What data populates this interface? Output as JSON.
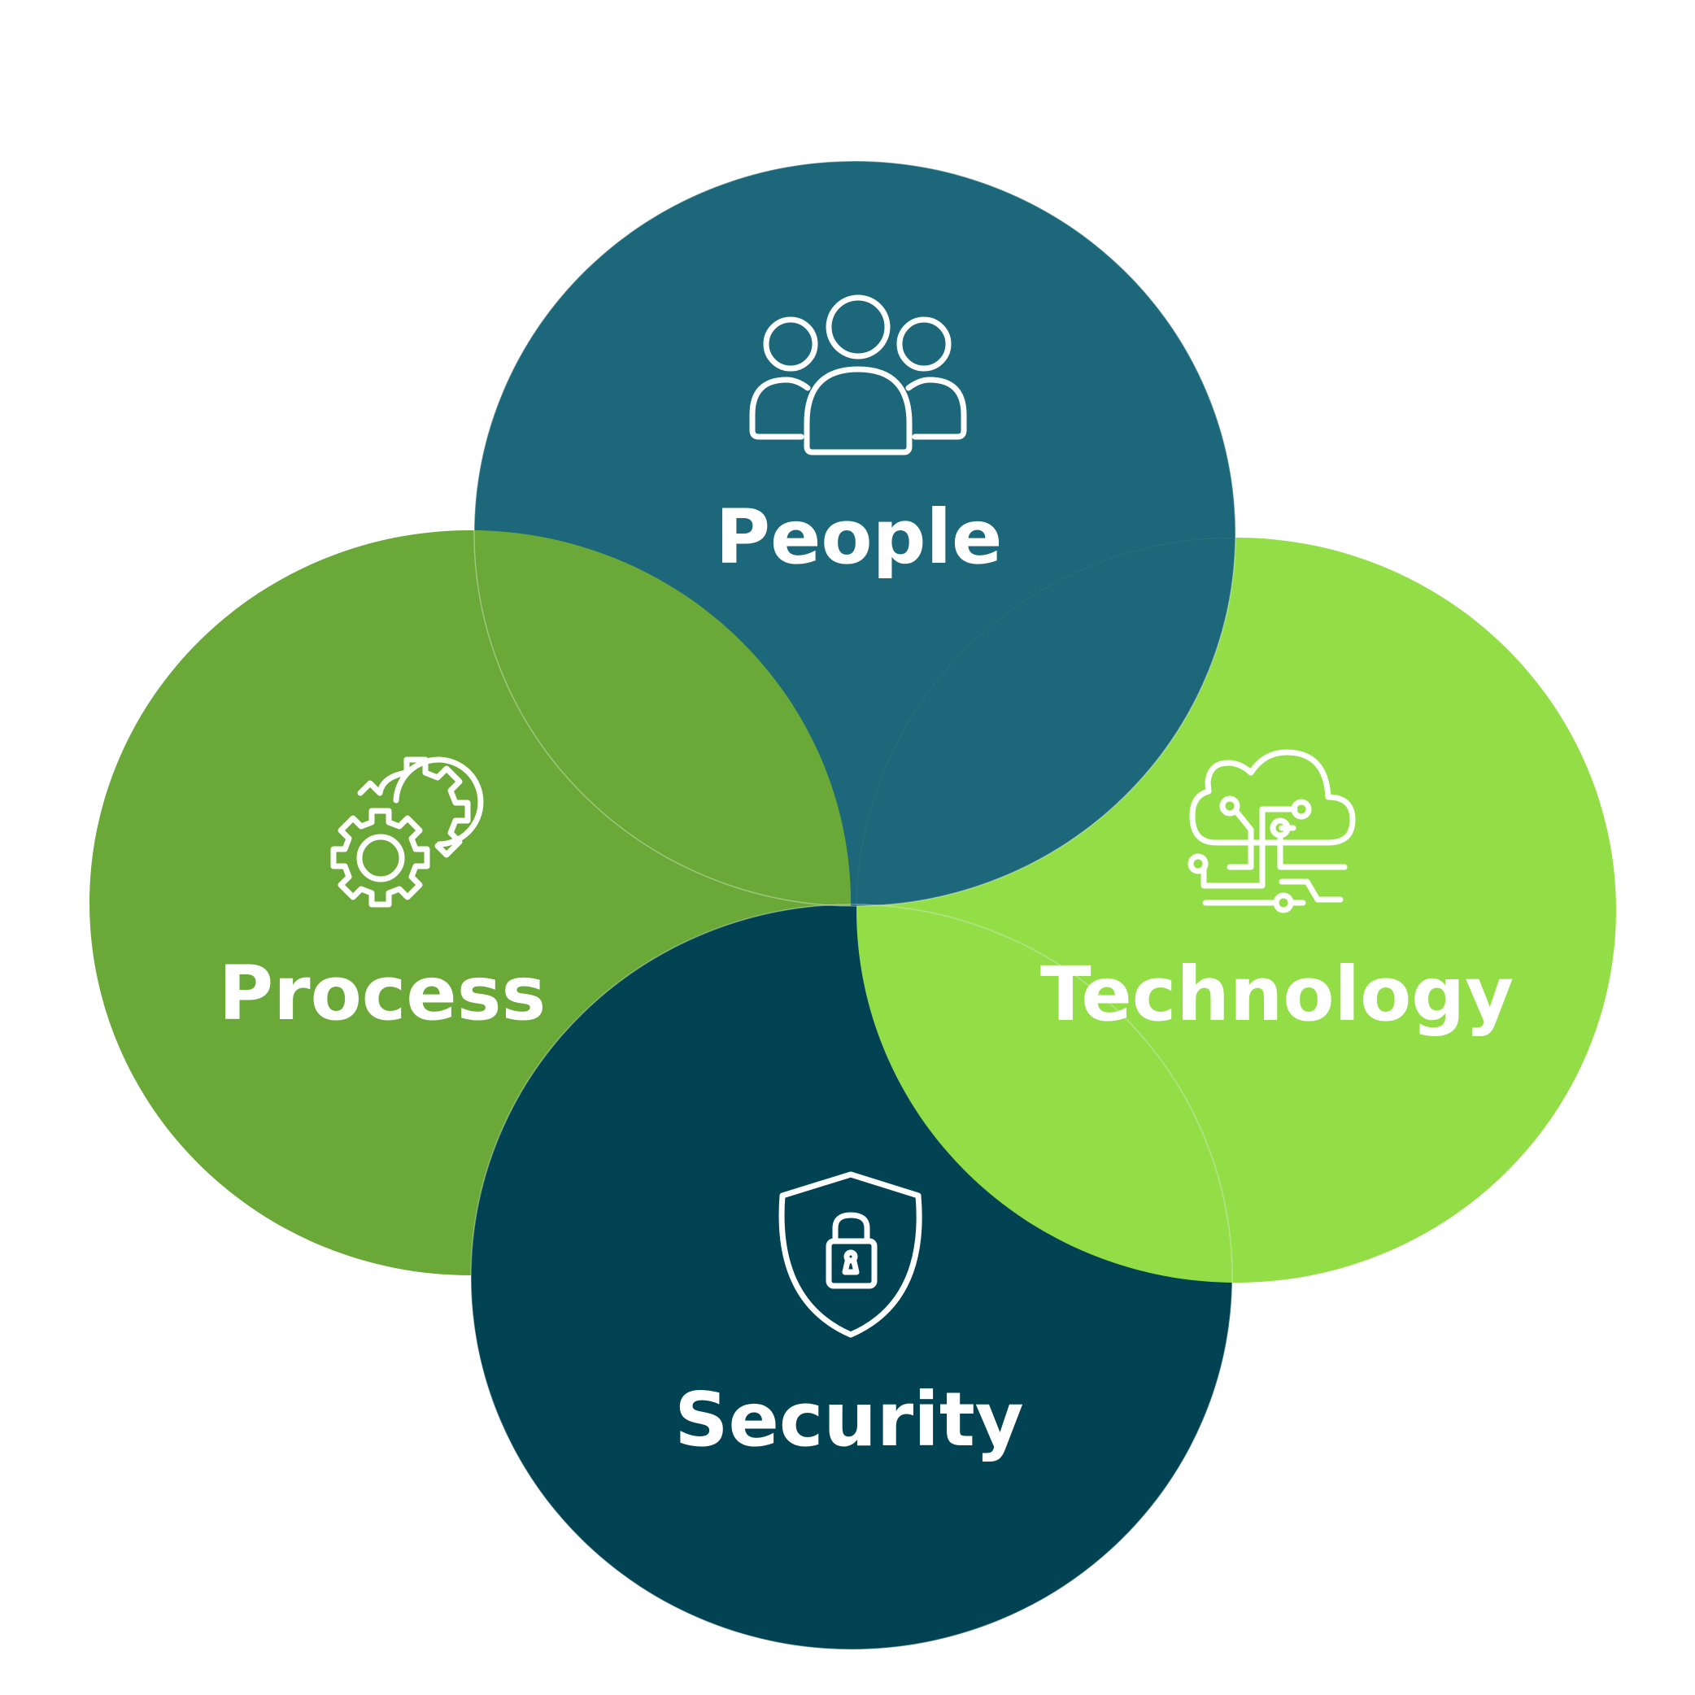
{
  "diagram": {
    "segments": [
      {
        "id": "people",
        "label": "People",
        "icon": "people-icon",
        "color": "#1c677a"
      },
      {
        "id": "process",
        "label": "Process",
        "icon": "gears-icon",
        "color": "#6aa837"
      },
      {
        "id": "technology",
        "label": "Technology",
        "icon": "cloud-circuit-icon",
        "color": "#93de47"
      },
      {
        "id": "security",
        "label": "Security",
        "icon": "shield-lock-icon",
        "color": "#024353"
      }
    ]
  }
}
